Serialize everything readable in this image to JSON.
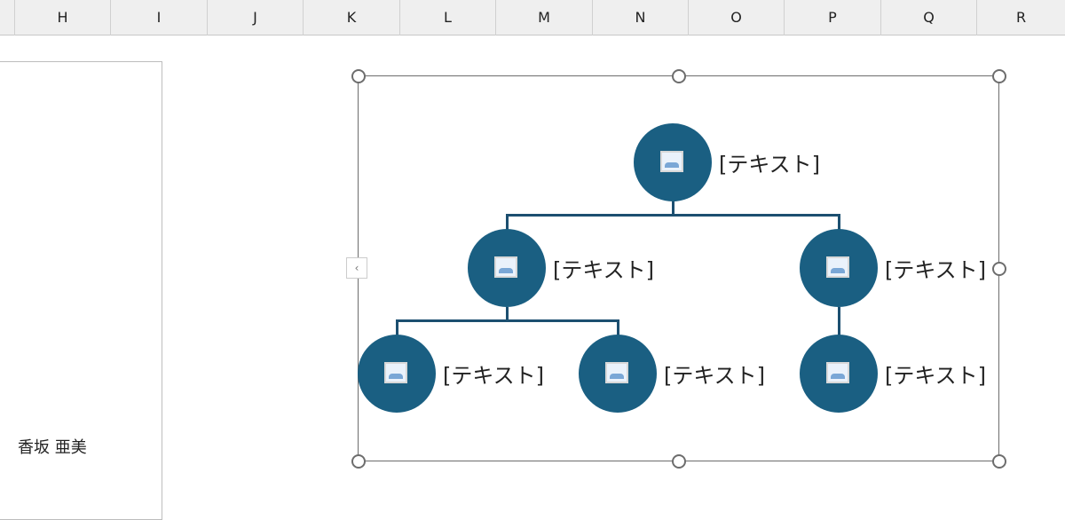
{
  "columns": [
    "H",
    "I",
    "J",
    "K",
    "L",
    "M",
    "N",
    "O",
    "P",
    "Q",
    "R"
  ],
  "textbox": {
    "text": "香坂 亜美"
  },
  "smartart": {
    "collapse_tab": "‹",
    "nodes": [
      {
        "label": "[テキスト]"
      },
      {
        "label": "[テキスト]"
      },
      {
        "label": "[テキスト]"
      },
      {
        "label": "[テキスト]"
      },
      {
        "label": "[テキスト]"
      },
      {
        "label": "[テキスト]"
      }
    ]
  },
  "colors": {
    "node": "#1a5f82",
    "connector": "#1c4f70"
  }
}
